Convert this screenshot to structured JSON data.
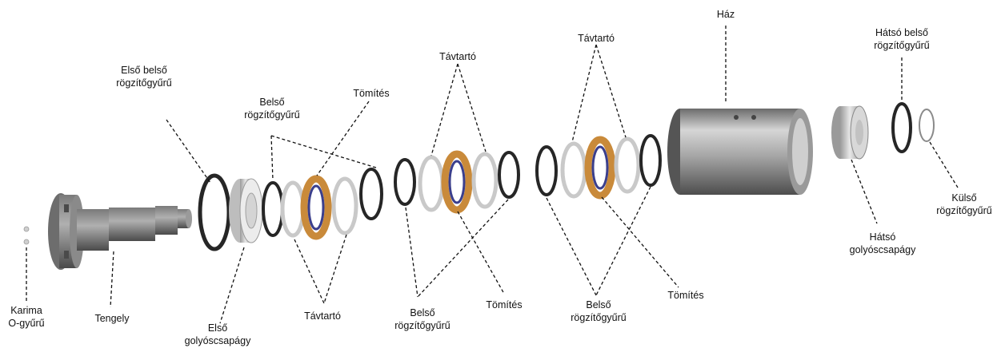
{
  "diagram": {
    "labels": {
      "flange_oring": [
        "Karima",
        "O-gyűrű"
      ],
      "shaft": [
        "Tengely"
      ],
      "front_inner_retaining_ring": [
        "Első belső",
        "rögzítőgyűrű"
      ],
      "front_ball_bearing": [
        "Első",
        "golyóscsapágy"
      ],
      "inner_retaining_ring_1": [
        "Belső",
        "rögzítőgyűrű"
      ],
      "seal_1": [
        "Tömítés"
      ],
      "spacer_1": [
        "Távtartó"
      ],
      "spacer_2": [
        "Távtartó"
      ],
      "inner_retaining_ring_2": [
        "Belső",
        "rögzítőgyűrű"
      ],
      "seal_2": [
        "Tömítés"
      ],
      "spacer_3": [
        "Távtartó"
      ],
      "inner_retaining_ring_3": [
        "Belső",
        "rögzítőgyűrű"
      ],
      "seal_3": [
        "Tömítés"
      ],
      "housing": [
        "Ház"
      ],
      "rear_ball_bearing": [
        "Hátsó",
        "golyóscsapágy"
      ],
      "rear_inner_retaining_ring": [
        "Hátsó belső",
        "rögzítőgyűrű"
      ],
      "outer_retaining_ring": [
        "Külső",
        "rögzítőgyűrű"
      ]
    },
    "colors": {
      "steel": "#8e8e8e",
      "ring_black": "#262626",
      "spacer_gray": "#c9c9c9",
      "seal_orange": "#c98a3a",
      "seal_blue": "#3b3f8c",
      "leader": "#111111"
    }
  }
}
